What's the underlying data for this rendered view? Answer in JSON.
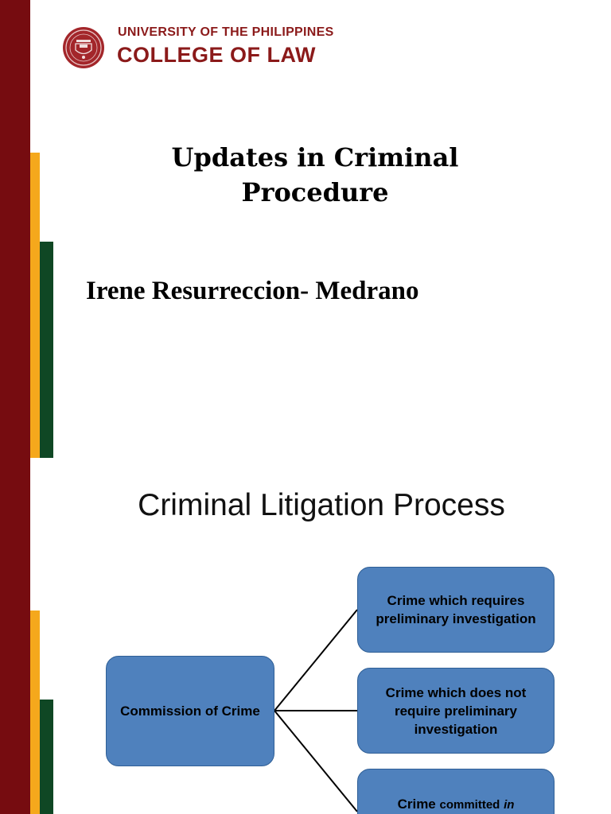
{
  "slide1": {
    "university": "UNIVERSITY OF THE PHILIPPINES",
    "college": "COLLEGE OF LAW",
    "title_line1": "Updates in Criminal",
    "title_line2": "Procedure",
    "presenter": "Irene Resurreccion- Medrano"
  },
  "slide2": {
    "title": "Criminal Litigation Process",
    "source_box": "Commission of Crime",
    "branch_a": "Crime which requires preliminary investigation",
    "branch_b": "Crime which does not require preliminary investigation",
    "branch_c_part1": "Crime",
    "branch_c_part2": "committed",
    "branch_c_part3": "in"
  },
  "colors": {
    "maroon": "#760c10",
    "gold": "#f5a81c",
    "green": "#0f4724",
    "box_blue": "#4f81bd"
  },
  "icons": {
    "seal": "university-seal-icon"
  }
}
